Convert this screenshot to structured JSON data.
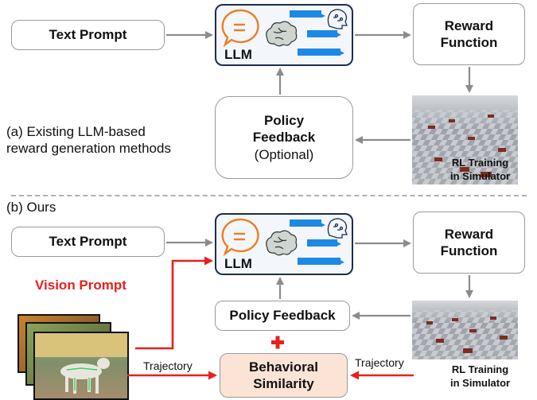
{
  "top": {
    "text_prompt": "Text Prompt",
    "llm_label": "LLM",
    "reward_line1": "Reward",
    "reward_line2": "Function",
    "policy_line1": "Policy",
    "policy_line2": "Feedback",
    "policy_line3": "(Optional)",
    "caption_line1": "(a) Existing LLM-based",
    "caption_line2": "reward generation methods",
    "sim_cap_line1": "RL Training",
    "sim_cap_line2": "in Simulator"
  },
  "bottom": {
    "section_label": "(b) Ours",
    "text_prompt": "Text Prompt",
    "llm_label": "LLM",
    "reward_line1": "Reward",
    "reward_line2": "Function",
    "vision_prompt": "Vision Prompt",
    "policy_feedback": "Policy Feedback",
    "behavior_line1": "Behavioral",
    "behavior_line2": "Similarity",
    "trajectory_left": "Trajectory",
    "trajectory_right": "Trajectory",
    "sim_cap_line1": "RL Training",
    "sim_cap_line2": "in Simulator"
  },
  "colors": {
    "gray_arrow": "#8c8c8c",
    "red_arrow": "#e8201c",
    "llm_border": "#1d2d4d",
    "accent_orange": "#f07c1e",
    "bubble_blue": "#1e88e5",
    "similarity_fill": "#fbe4d6"
  }
}
